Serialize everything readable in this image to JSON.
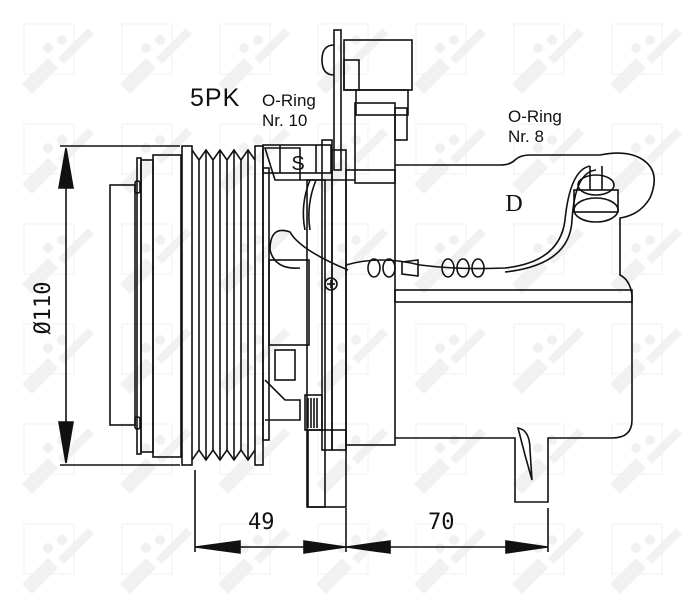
{
  "diagram": {
    "subject": "A/C compressor with magnetic clutch, side view",
    "labels": {
      "belt_profile": "5PK",
      "oring_left": {
        "line1": "O-Ring",
        "line2": "Nr. 10"
      },
      "oring_right": {
        "line1": "O-Ring",
        "line2": "Nr. 8"
      },
      "port_suction": "S",
      "port_discharge": "D"
    },
    "dimensions": {
      "pulley_diameter": "Ø110",
      "clutch_length": "49",
      "body_length": "70"
    },
    "watermark": "NRF",
    "colors": {
      "line": "#111111",
      "background": "#ffffff",
      "watermark": "#9a9a9a"
    }
  }
}
